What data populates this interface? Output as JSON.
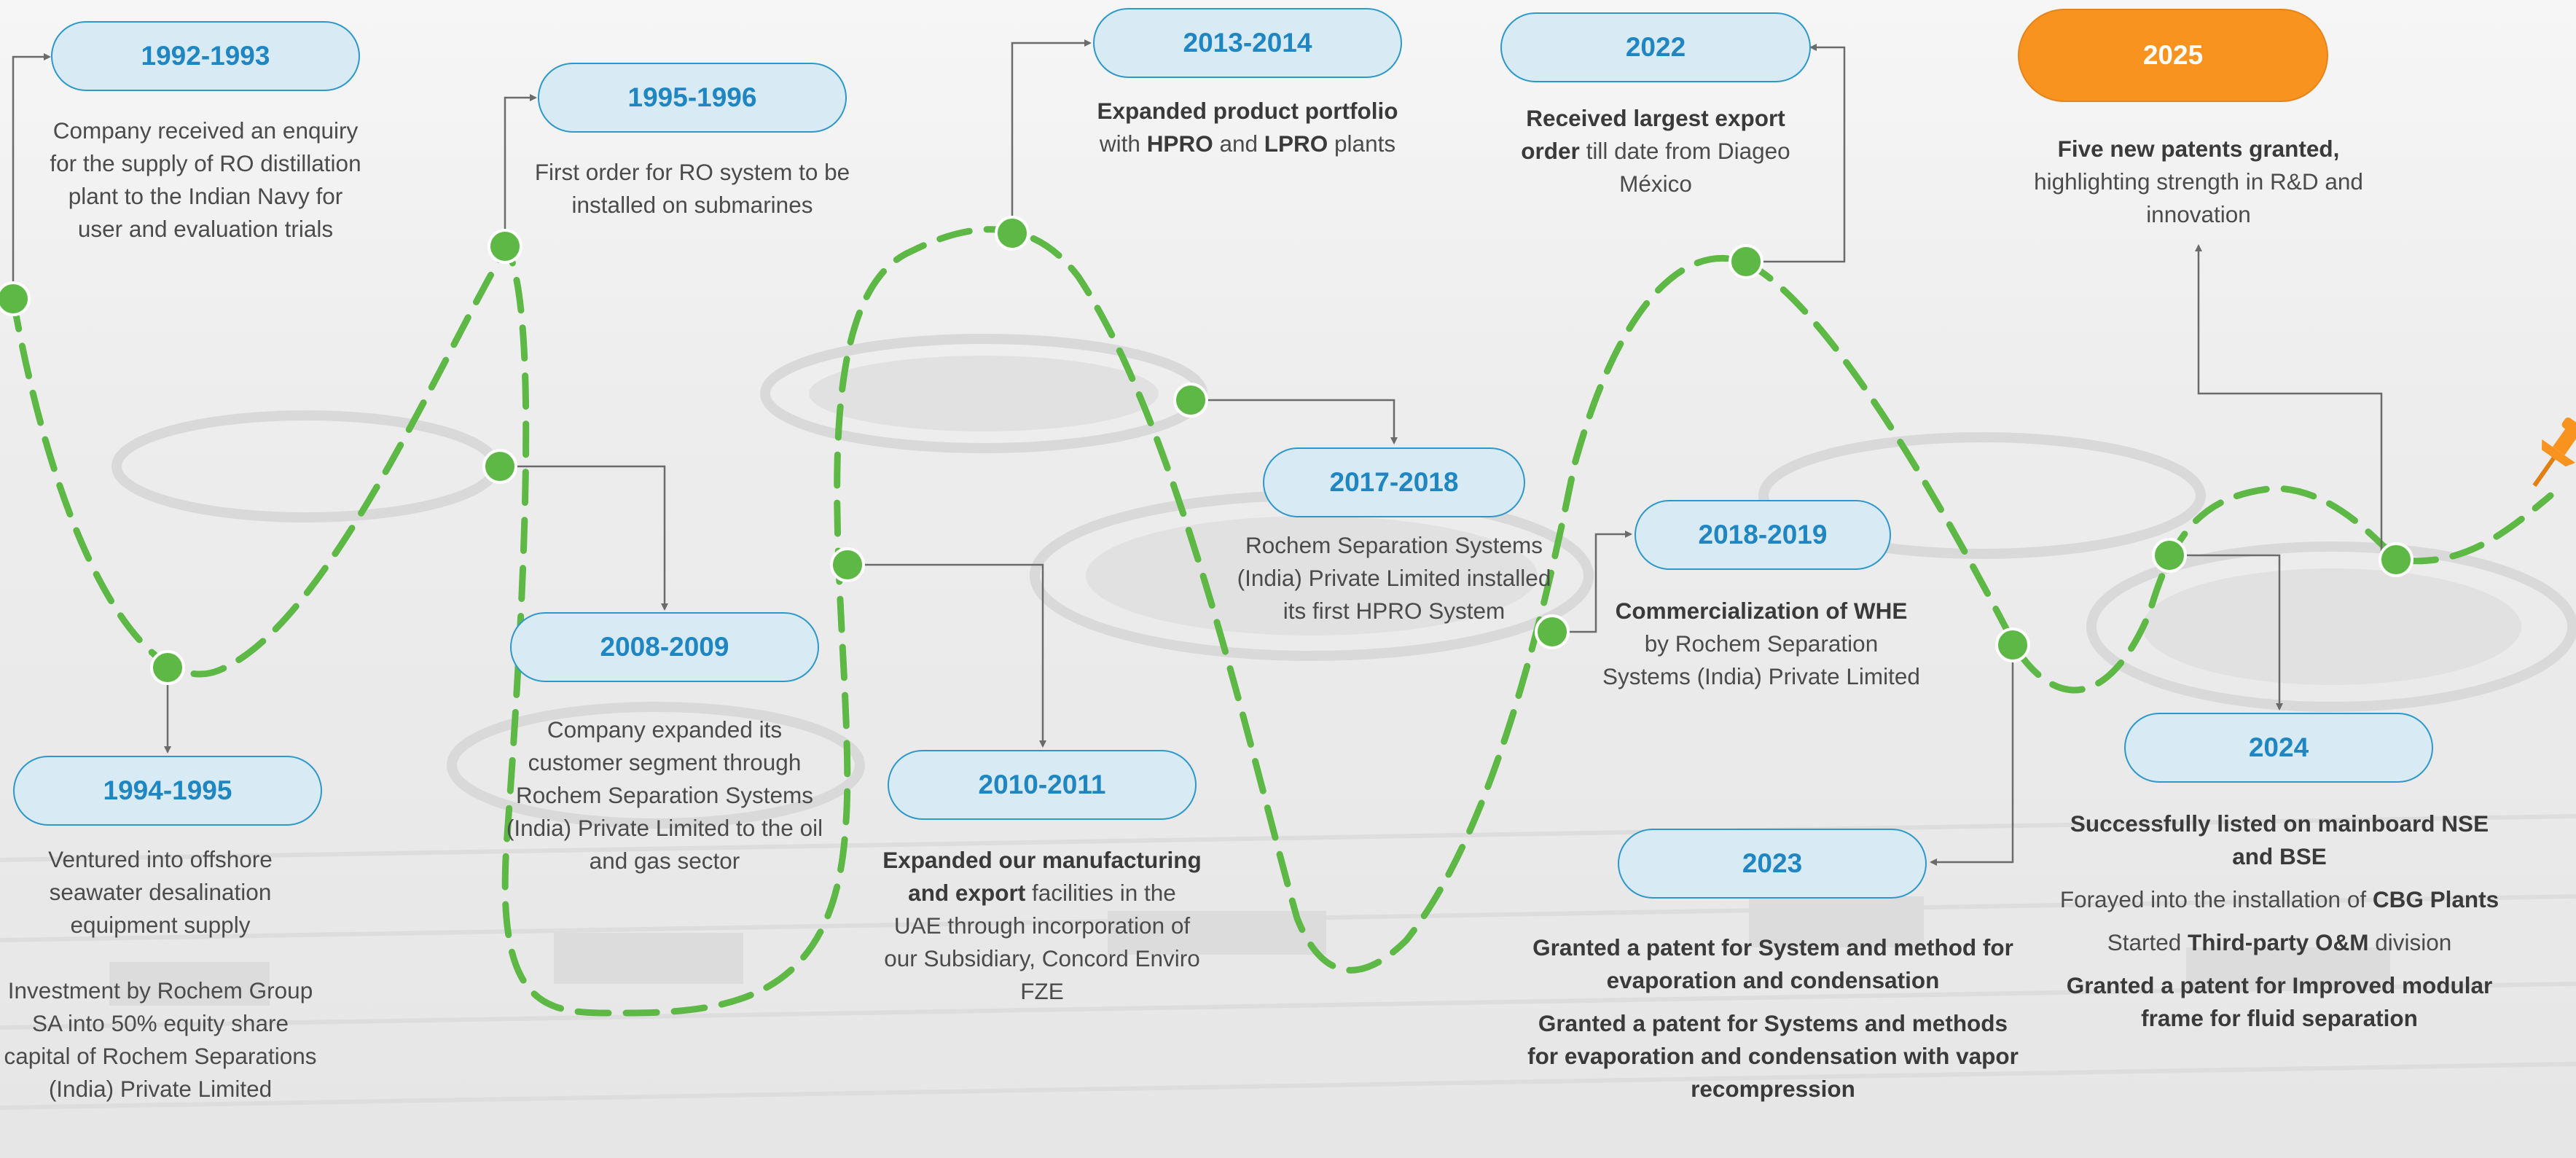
{
  "colors": {
    "wave": "#5db845",
    "pill_fill": "#d8eaf3",
    "pill_border": "#2e98c9",
    "pill_text": "#1f86c2",
    "accent_orange": "#f7931e",
    "connector": "#6b6b6b"
  },
  "icons": {
    "end_marker": "pushpin-icon"
  },
  "milestones": [
    {
      "year": "1992-1993",
      "paragraphs": [
        [
          {
            "t": "Company received an enquiry for the supply of RO distillation plant to the Indian Navy for user and evaluation trials"
          }
        ]
      ]
    },
    {
      "year": "1994-1995",
      "paragraphs": [
        [
          {
            "t": "Ventured into offshore seawater desalination equipment supply"
          }
        ],
        [
          {
            "t": "Investment by Rochem Group SA into 50% equity share capital of Rochem Separations (India) Private Limited"
          }
        ]
      ]
    },
    {
      "year": "1995-1996",
      "paragraphs": [
        [
          {
            "t": "First order for RO system to be installed on submarines"
          }
        ]
      ]
    },
    {
      "year": "2008-2009",
      "paragraphs": [
        [
          {
            "t": "Company expanded its customer segment through Rochem Separation Systems (India) Private Limited to the oil and gas sector"
          }
        ]
      ]
    },
    {
      "year": "2010-2011",
      "paragraphs": [
        [
          {
            "t": "Expanded our manufacturing and export",
            "b": true
          },
          {
            "t": " facilities in the UAE through incorporation of our Subsidiary, Concord Enviro FZE"
          }
        ]
      ]
    },
    {
      "year": "2013-2014",
      "paragraphs": [
        [
          {
            "t": "Expanded product portfolio",
            "b": true
          },
          {
            "t": " with "
          },
          {
            "t": "HPRO",
            "b": true
          },
          {
            "t": " and "
          },
          {
            "t": "LPRO",
            "b": true
          },
          {
            "t": " plants"
          }
        ]
      ]
    },
    {
      "year": "2017-2018",
      "paragraphs": [
        [
          {
            "t": "Rochem Separation Systems (India) Private Limited installed its first HPRO System"
          }
        ]
      ]
    },
    {
      "year": "2018-2019",
      "paragraphs": [
        [
          {
            "t": "Commercialization of WHE",
            "b": true
          },
          {
            "t": " by Rochem Separation Systems (India) Private Limited"
          }
        ]
      ]
    },
    {
      "year": "2022",
      "paragraphs": [
        [
          {
            "t": "Received largest export order",
            "b": true
          },
          {
            "t": " till date from Diageo México"
          }
        ]
      ]
    },
    {
      "year": "2023",
      "paragraphs": [
        [
          {
            "t": "Granted a patent for System and method for evaporation and condensation",
            "b": true
          }
        ],
        [
          {
            "t": "Granted a patent for Systems and methods for evaporation and condensation with vapor recompression",
            "b": true
          }
        ]
      ]
    },
    {
      "year": "2024",
      "paragraphs": [
        [
          {
            "t": "Successfully listed on mainboard NSE and BSE",
            "b": true
          }
        ],
        [
          {
            "t": "Forayed into the installation of "
          },
          {
            "t": "CBG Plants",
            "b": true
          }
        ],
        [
          {
            "t": "Started "
          },
          {
            "t": "Third-party O&M",
            "b": true
          },
          {
            "t": " division"
          }
        ],
        [
          {
            "t": "Granted a patent for Improved modular frame for fluid separation",
            "b": true
          }
        ]
      ]
    },
    {
      "year": "2025",
      "paragraphs": [
        [
          {
            "t": "Five new patents granted,",
            "b": true
          },
          {
            "t": " highlighting strength in R&D and innovation"
          }
        ]
      ]
    }
  ]
}
